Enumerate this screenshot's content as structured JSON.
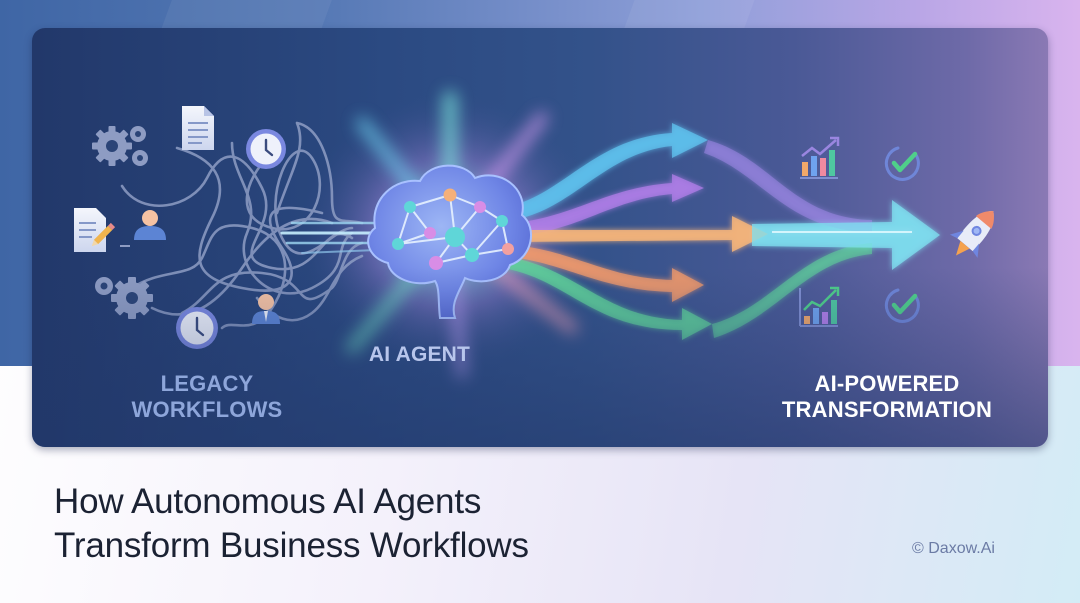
{
  "banner": {
    "labels": {
      "legacy": [
        "LEGACY",
        "WORKFLOWS"
      ],
      "agent": "AI AGENT",
      "transformation": [
        "AI-POWERED",
        "TRANSFORMATION"
      ]
    },
    "left_icons": [
      "gears-icon",
      "document-icon",
      "clock-icon",
      "edit-document-icon",
      "user-icon",
      "gears-icon",
      "clock-icon",
      "user-icon"
    ],
    "center_icon": "brain-network-icon",
    "right_icons": [
      "bar-chart-up-icon",
      "check-circle-icon",
      "rocket-icon",
      "bar-chart-up-icon",
      "check-circle-icon"
    ],
    "arrow_colors": [
      "#5fc3ef",
      "#b07ee8",
      "#f4a96a",
      "#f29a6b",
      "#5fd39a",
      "#7fe0f0"
    ],
    "colors": {
      "card_left": "#22386a",
      "card_right": "#8a79b4",
      "legacy_text": "#8ea6da",
      "agent_text": "#b8c6ec",
      "transformation_text": "#ffffff"
    }
  },
  "headline": {
    "line1": "How Autonomous AI Agents",
    "line2": "Transform Business Workflows"
  },
  "footer": {
    "copyright": "© Daxow.Ai"
  }
}
